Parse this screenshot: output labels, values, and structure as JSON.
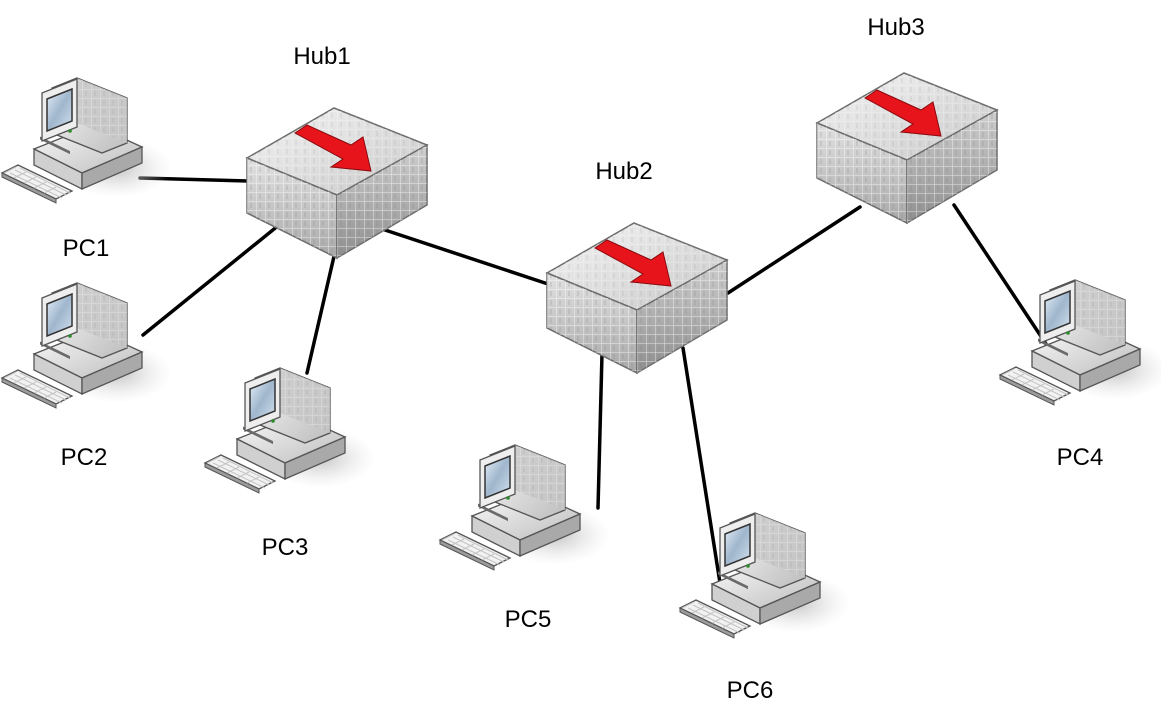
{
  "hubs": [
    {
      "id": "hub1",
      "label": "Hub1"
    },
    {
      "id": "hub2",
      "label": "Hub2"
    },
    {
      "id": "hub3",
      "label": "Hub3"
    }
  ],
  "pcs": [
    {
      "id": "pc1",
      "label": "PC1"
    },
    {
      "id": "pc2",
      "label": "PC2"
    },
    {
      "id": "pc3",
      "label": "PC3"
    },
    {
      "id": "pc4",
      "label": "PC4"
    },
    {
      "id": "pc5",
      "label": "PC5"
    },
    {
      "id": "pc6",
      "label": "PC6"
    }
  ],
  "links": [
    {
      "from": "pc1",
      "to": "hub1"
    },
    {
      "from": "pc2",
      "to": "hub1"
    },
    {
      "from": "pc3",
      "to": "hub1"
    },
    {
      "from": "hub1",
      "to": "hub2"
    },
    {
      "from": "hub2",
      "to": "hub3"
    },
    {
      "from": "hub3",
      "to": "pc4"
    },
    {
      "from": "hub2",
      "to": "pc5"
    },
    {
      "from": "hub2",
      "to": "pc6"
    }
  ],
  "colors": {
    "hub_arrow": "#e8141b",
    "line": "#000000"
  },
  "icons": {
    "hub": "network-hub-icon",
    "pc": "desktop-computer-icon"
  }
}
